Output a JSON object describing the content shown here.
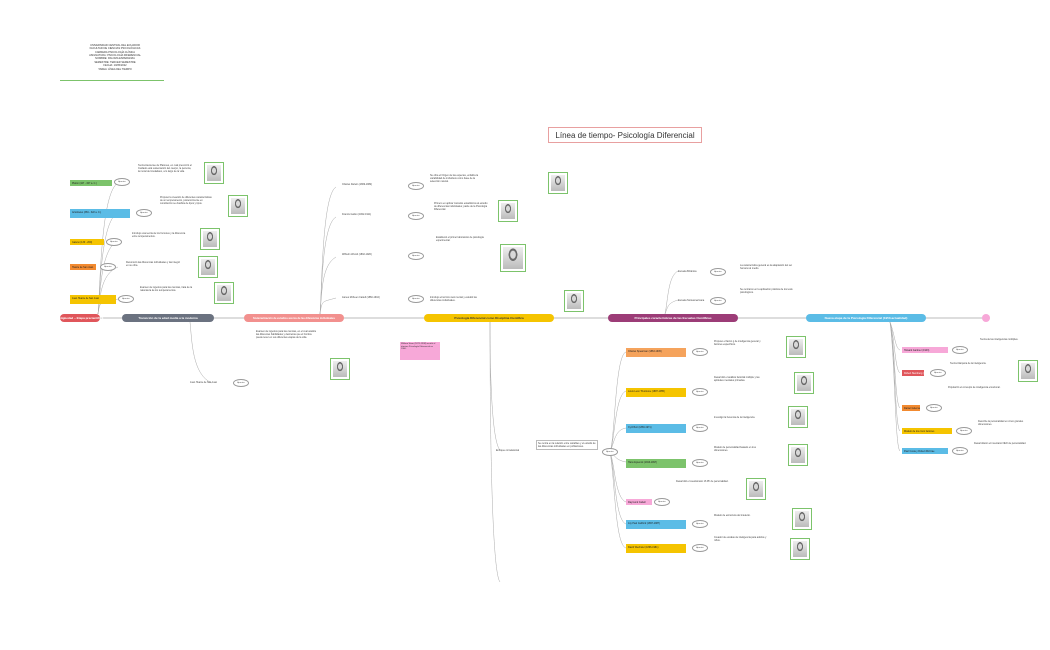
{
  "header": {
    "lines": [
      "UNIVERSIDAD CENTRAL DEL ECUADOR",
      "FACULTAD DE CIENCIAS PSICOLÓGICAS",
      "CARRERA PSICOLOGÍA CLÍNICA",
      "ASIGNATURA: PSICOLOGÍA DIFERENCIAL",
      "NOMBRE: PALOMA ESPERANZA",
      "SEMESTRE: TERCER SEMESTRE",
      "FECHA: 10/05/2022",
      "TAREA: LÍNEA DEL TIEMPO"
    ]
  },
  "title": "Línea de tiempo- Psicología Diferencial",
  "eras": [
    {
      "label": "Antigüedad – Etapa precientífica",
      "color": "#e0565b"
    },
    {
      "label": "Transición de la edad media a la moderna",
      "color": "#6b7280"
    },
    {
      "label": "Sistematización de estudios acerca de las diferencias individuales",
      "color": "#f2908e"
    },
    {
      "label": "Psicología Diferencial como Disciplina Científica",
      "color": "#f5c400"
    },
    {
      "label": "Principales características de las Escuelas Científicas",
      "color": "#9c3c77"
    },
    {
      "label": "Nueva etapa de la Psicología Diferencial (1950-actualidad)",
      "color": "#5bbce6"
    }
  ],
  "antiquity": {
    "items": [
      {
        "label": "Platón (427 - 347 a. C.)",
        "color": "#7cc36b",
        "text": "Teoría Ateniense de Platones, en cual preconizó el Cuidado está sustentación del cuerpo, la persona, la moral del ciudadano, a lo largo de la vida."
      },
      {
        "label": "Aristóteles (384 - 322 a. C.)",
        "color": "#5bbce6",
        "text": "Propuso la creación de diferentes características de un temperamento, posteriormente en constitución se clasifica de tipos y tipos."
      },
      {
        "label": "Galeno (130 - 200)",
        "color": "#f5c400",
        "text": "Introdujo una teoría de los humores y la diferencia entre temperamentos."
      },
      {
        "label": "Huarte de San Juan",
        "color": "#f28a30",
        "text": "Reconoció las diferencias individuales y las integró en su obra."
      },
      {
        "label": "Juan Huarte de San Juan",
        "color": "#f5c400",
        "text": "Examen de ingenios para las ciencias, trata de la naturaleza de los temperamentos."
      }
    ]
  },
  "transition": {
    "author": "Juan Huarte de San Juan",
    "text": "Examen de ingenios para las ciencias, en el cual analiza las diferentes habilidades y destrezas que el hombre puede tener en sus diferentes etapas de la vida."
  },
  "systematization": {
    "items": [
      {
        "name": "Charles Darwin",
        "date": "1809-1882",
        "text": "Su obra el Origen de las especies, enfatiza la variabilidad de individuos como base de la selección natural."
      },
      {
        "name": "Francis Galton",
        "date": "1822-1911",
        "text": "Primero en aplicar métodos estadísticos al estudio de diferencias individuales; padre de la Psicología Diferencial."
      },
      {
        "name": "Wilhelm Wundt",
        "date": "1832-1920",
        "text": "Estableció el primer laboratorio de psicología experimental."
      },
      {
        "name": "James McKeen Cattell",
        "date": "1860-1944",
        "text": "Introdujo el término test mental y estudió las diferencias individuales."
      }
    ]
  },
  "discipline": {
    "note": "William Stern (1871-1938) acuñó el término Psicología Diferencial en 1900.",
    "approach": "Enfoque correlacional",
    "text": "Se centra en la relación entre variables y el estudio de las diferencias individuales en poblaciones."
  },
  "schools": {
    "groups": [
      {
        "name": "Escuela Británica",
        "text": "La característica general es la adaptación del ser humano al medio."
      },
      {
        "name": "Escuela Norteamericana",
        "text": "Se centraron en la aplicación práctica de los tests psicológicos."
      }
    ],
    "items": [
      {
        "label": "Charles Spearman (1863-1945)",
        "color": "#f5a35c",
        "text": "Propuso el factor g de inteligencia general y factores específicos."
      },
      {
        "label": "Louis Leon Thurstone (1887-1955)",
        "color": "#f5c400",
        "text": "Desarrolló el análisis factorial múltiple y las aptitudes mentales primarias."
      },
      {
        "label": "Cyril Burt (1883-1971)",
        "color": "#5bbce6",
        "text": "Investigó la herencia de la inteligencia."
      },
      {
        "label": "Hans Eysenck (1916-1997)",
        "color": "#7cc36b",
        "text": "Modelo de personalidad basado en tres dimensiones."
      },
      {
        "label": "Raymond Cattell",
        "color": "#f7a8d8",
        "text": "Desarrolló el cuestionario 16 PF de personalidad."
      },
      {
        "label": "Joy Paul Guilford (1897-1987)",
        "color": "#5bbce6",
        "text": "Modelo de estructura del intelecto."
      },
      {
        "label": "David Wechsler (1896-1981)",
        "color": "#f5c400",
        "text": "Creador de escalas de inteligencia para adultos y niños."
      }
    ]
  },
  "modern": {
    "items": [
      {
        "label": "Howard Gardner (1943)",
        "color": "#f7a8d8",
        "text": "Teoría de las inteligencias múltiples."
      },
      {
        "label": "Robert Sternberg (1949)",
        "color": "#e0565b",
        "text": "Teoría triárquica de la inteligencia."
      },
      {
        "label": "Daniel Goleman (1946)",
        "color": "#f28a30",
        "text": "Popularizó el concepto de inteligencia emocional."
      },
      {
        "label": "Modelo de los cinco factores",
        "color": "#f5c400",
        "text": "Describe la personalidad en cinco grandes dimensiones."
      },
      {
        "label": "Paul Costa y Robert McCrae",
        "color": "#5bbce6",
        "text": "Desarrollaron el inventario NEO de personalidad."
      }
    ]
  },
  "labels": {
    "oval": "Aportes"
  }
}
